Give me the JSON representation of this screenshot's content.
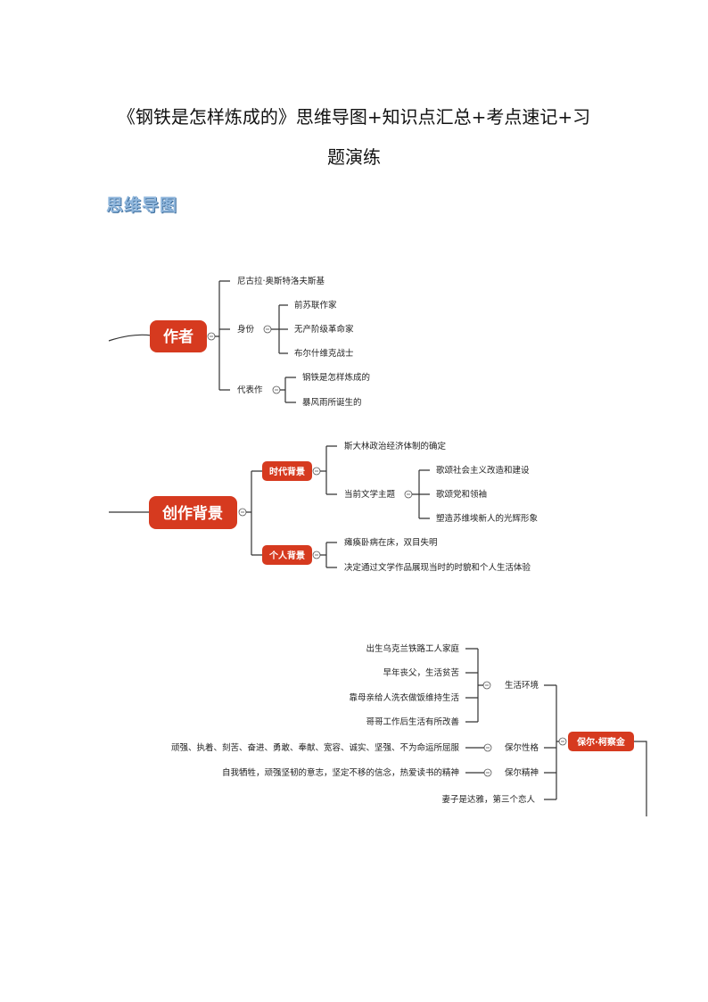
{
  "title_line1": "《钢铁是怎样炼成的》思维导图+知识点汇总+考点速记+习",
  "title_line2": "题演练",
  "section_label": "思维导图",
  "author": {
    "label": "作者",
    "name": "尼古拉·奥斯特洛夫斯基",
    "identity_label": "身份",
    "identities": [
      "前苏联作家",
      "无产阶级革命家",
      "布尔什维克战士"
    ],
    "works_label": "代表作",
    "works": [
      "钢铁是怎样炼成的",
      "暴风雨所诞生的"
    ]
  },
  "background": {
    "label": "创作背景",
    "era_label": "时代背景",
    "era_items": [
      "斯大林政治经济体制的确定"
    ],
    "theme_label": "当前文学主题",
    "themes": [
      "歌颂社会主义改造和建设",
      "歌颂党和领袖",
      "塑造苏维埃新人的光辉形象"
    ],
    "personal_label": "个人背景",
    "personal_items": [
      "瘫痪卧病在床，双目失明",
      "决定通过文学作品展现当时的时貌和个人生活体验"
    ]
  },
  "paul": {
    "label": "保尔·柯察金",
    "env_label": "生活环境",
    "env_items": [
      "出生乌克兰铁路工人家庭",
      "早年丧父，生活贫苦",
      "靠母亲给人洗衣做饭维持生活",
      "哥哥工作后生活有所改善"
    ],
    "character_label": "保尔性格",
    "character_text": "顽强、执着、刻苦、奋进、勇敢、奉献、宽容、诚实、坚强、不为命运所屈服",
    "spirit_label": "保尔精神",
    "spirit_text": "自我牺牲，顽强坚韧的意志，坚定不移的信念，热爱读书的精神",
    "wife_text": "妻子是达雅，第三个恋人"
  }
}
